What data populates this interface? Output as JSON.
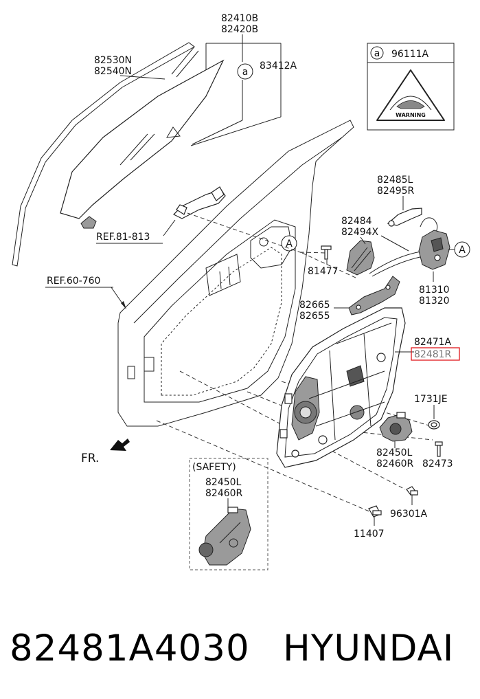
{
  "labels": {
    "glass_top": [
      "82410B",
      "82420B"
    ],
    "run_channel": [
      "82530N",
      "82540N"
    ],
    "glass_clip": "83412A",
    "circle_a": "a",
    "circle_A": "A",
    "warning_box_code": "96111A",
    "warning_text": "WARNING",
    "ref_handle": "REF.81-813",
    "ref_body": "REF.60-760",
    "outside_handle": [
      "82485L",
      "82495R"
    ],
    "inner_handle": [
      "82484",
      "82494X"
    ],
    "screw_81477": "81477",
    "latch": [
      "81310",
      "81320"
    ],
    "rail_parts": [
      "82665",
      "82655"
    ],
    "regulator_panel": [
      "82471A",
      "82481R"
    ],
    "grommet": "1731JE",
    "motor": [
      "82450L",
      "82460R"
    ],
    "bolt_82473": "82473",
    "bolt_96301A": "96301A",
    "bolt_11407": "11407",
    "front_marker": "FR.",
    "safety_title": "(SAFETY)",
    "safety_motor": [
      "82450L",
      "82460R"
    ]
  },
  "caption": {
    "part_number": "82481A4030",
    "brand": "HYUNDAI"
  },
  "colors": {
    "highlight_border": "#e0161b",
    "line": "#222222"
  }
}
